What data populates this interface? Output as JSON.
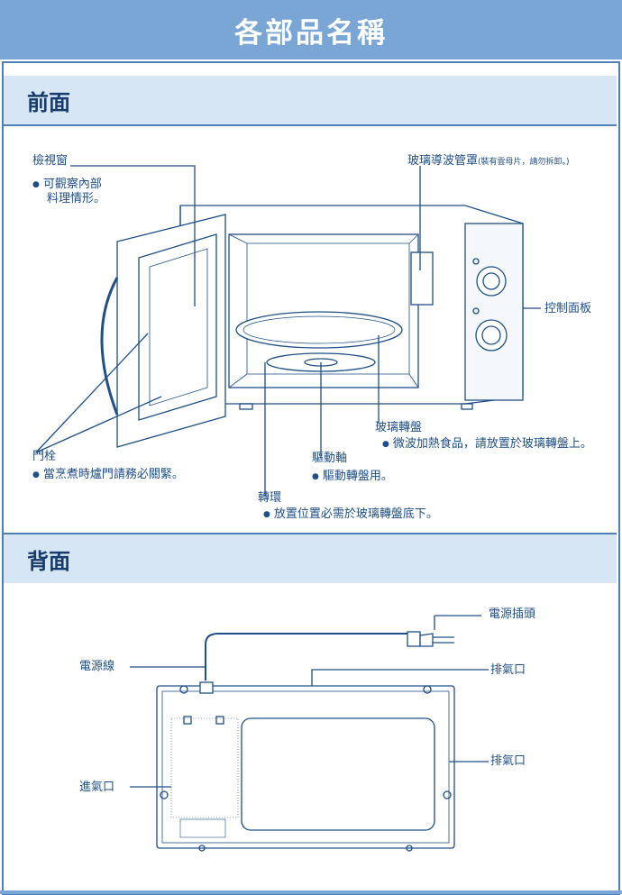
{
  "page_title": "各部品名稱",
  "front": {
    "heading": "前面",
    "window": {
      "label": "檢視窗",
      "note": "可觀察內部",
      "note2": "料理情形。"
    },
    "waveguide": {
      "label": "玻璃導波管罩",
      "note": "(裝有雲母片，請勿拆卸。)"
    },
    "control_panel": {
      "label": "控制面板"
    },
    "turntable": {
      "label": "玻璃轉盤",
      "note": "微波加熱食品，請放置於玻璃轉盤上。"
    },
    "latch": {
      "label": "門栓",
      "note": "當烹煮時爐門請務必關緊。"
    },
    "shaft": {
      "label": "驅動軸",
      "note": "驅動轉盤用。"
    },
    "ring": {
      "label": "轉環",
      "note": "放置位置必需於玻璃轉盤底下。"
    }
  },
  "back": {
    "heading": "背面",
    "plug": {
      "label": "電源插頭"
    },
    "cord": {
      "label": "電源線"
    },
    "exhaust_top": {
      "label": "排氣口"
    },
    "exhaust_side": {
      "label": "排氣口"
    },
    "intake": {
      "label": "進氣口"
    }
  },
  "colors": {
    "title_bar": "#7aa6d6",
    "section_band": "#d7e6f5",
    "line": "#1f4f86",
    "border": "#4d7fb8"
  }
}
